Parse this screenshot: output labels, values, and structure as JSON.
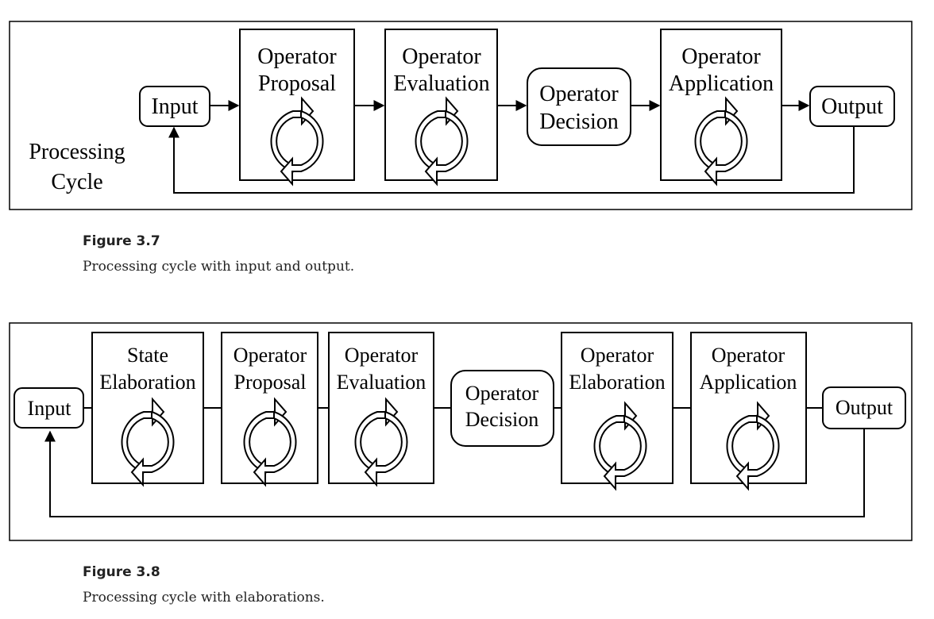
{
  "figure1": {
    "title": "Figure 3.7",
    "caption": "Processing cycle with input and output.",
    "side_label_line1": "Processing",
    "side_label_line2": "Cycle",
    "input": "Input",
    "output": "Output",
    "proposal_line1": "Operator",
    "proposal_line2": "Proposal",
    "evaluation_line1": "Operator",
    "evaluation_line2": "Evaluation",
    "decision_line1": "Operator",
    "decision_line2": "Decision",
    "application_line1": "Operator",
    "application_line2": "Application"
  },
  "figure2": {
    "title": "Figure 3.8",
    "caption": "Processing cycle with elaborations.",
    "input": "Input",
    "output": "Output",
    "state_elab_line1": "State",
    "state_elab_line2": "Elaboration",
    "proposal_line1": "Operator",
    "proposal_line2": "Proposal",
    "evaluation_line1": "Operator",
    "evaluation_line2": "Evaluation",
    "decision_line1": "Operator",
    "decision_line2": "Decision",
    "op_elab_line1": "Operator",
    "op_elab_line2": "Elaboration",
    "application_line1": "Operator",
    "application_line2": "Application"
  }
}
